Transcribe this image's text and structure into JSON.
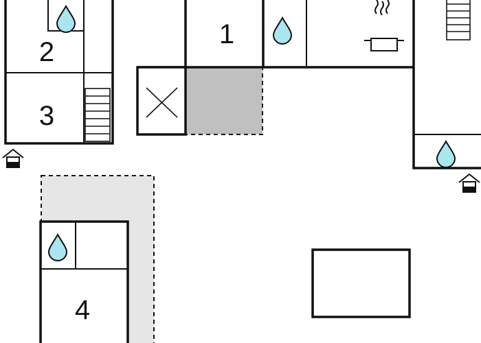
{
  "plan": {
    "rooms": [
      {
        "id": "1",
        "label": "1"
      },
      {
        "id": "2",
        "label": "2"
      },
      {
        "id": "3",
        "label": "3"
      },
      {
        "id": "4",
        "label": "4"
      }
    ],
    "icons": {
      "water": "water-drop-icon",
      "stove": "cooking-pot-icon",
      "stairs": "staircase-icon",
      "entrance": "entrance-icon",
      "void": "crossed-box-icon"
    },
    "colors": {
      "wall": "#111111",
      "water_fill": "#a8e6f0",
      "shaded_area": "#c0c0c0",
      "terrace": "#e6e6e6",
      "background": "#ffffff"
    }
  }
}
